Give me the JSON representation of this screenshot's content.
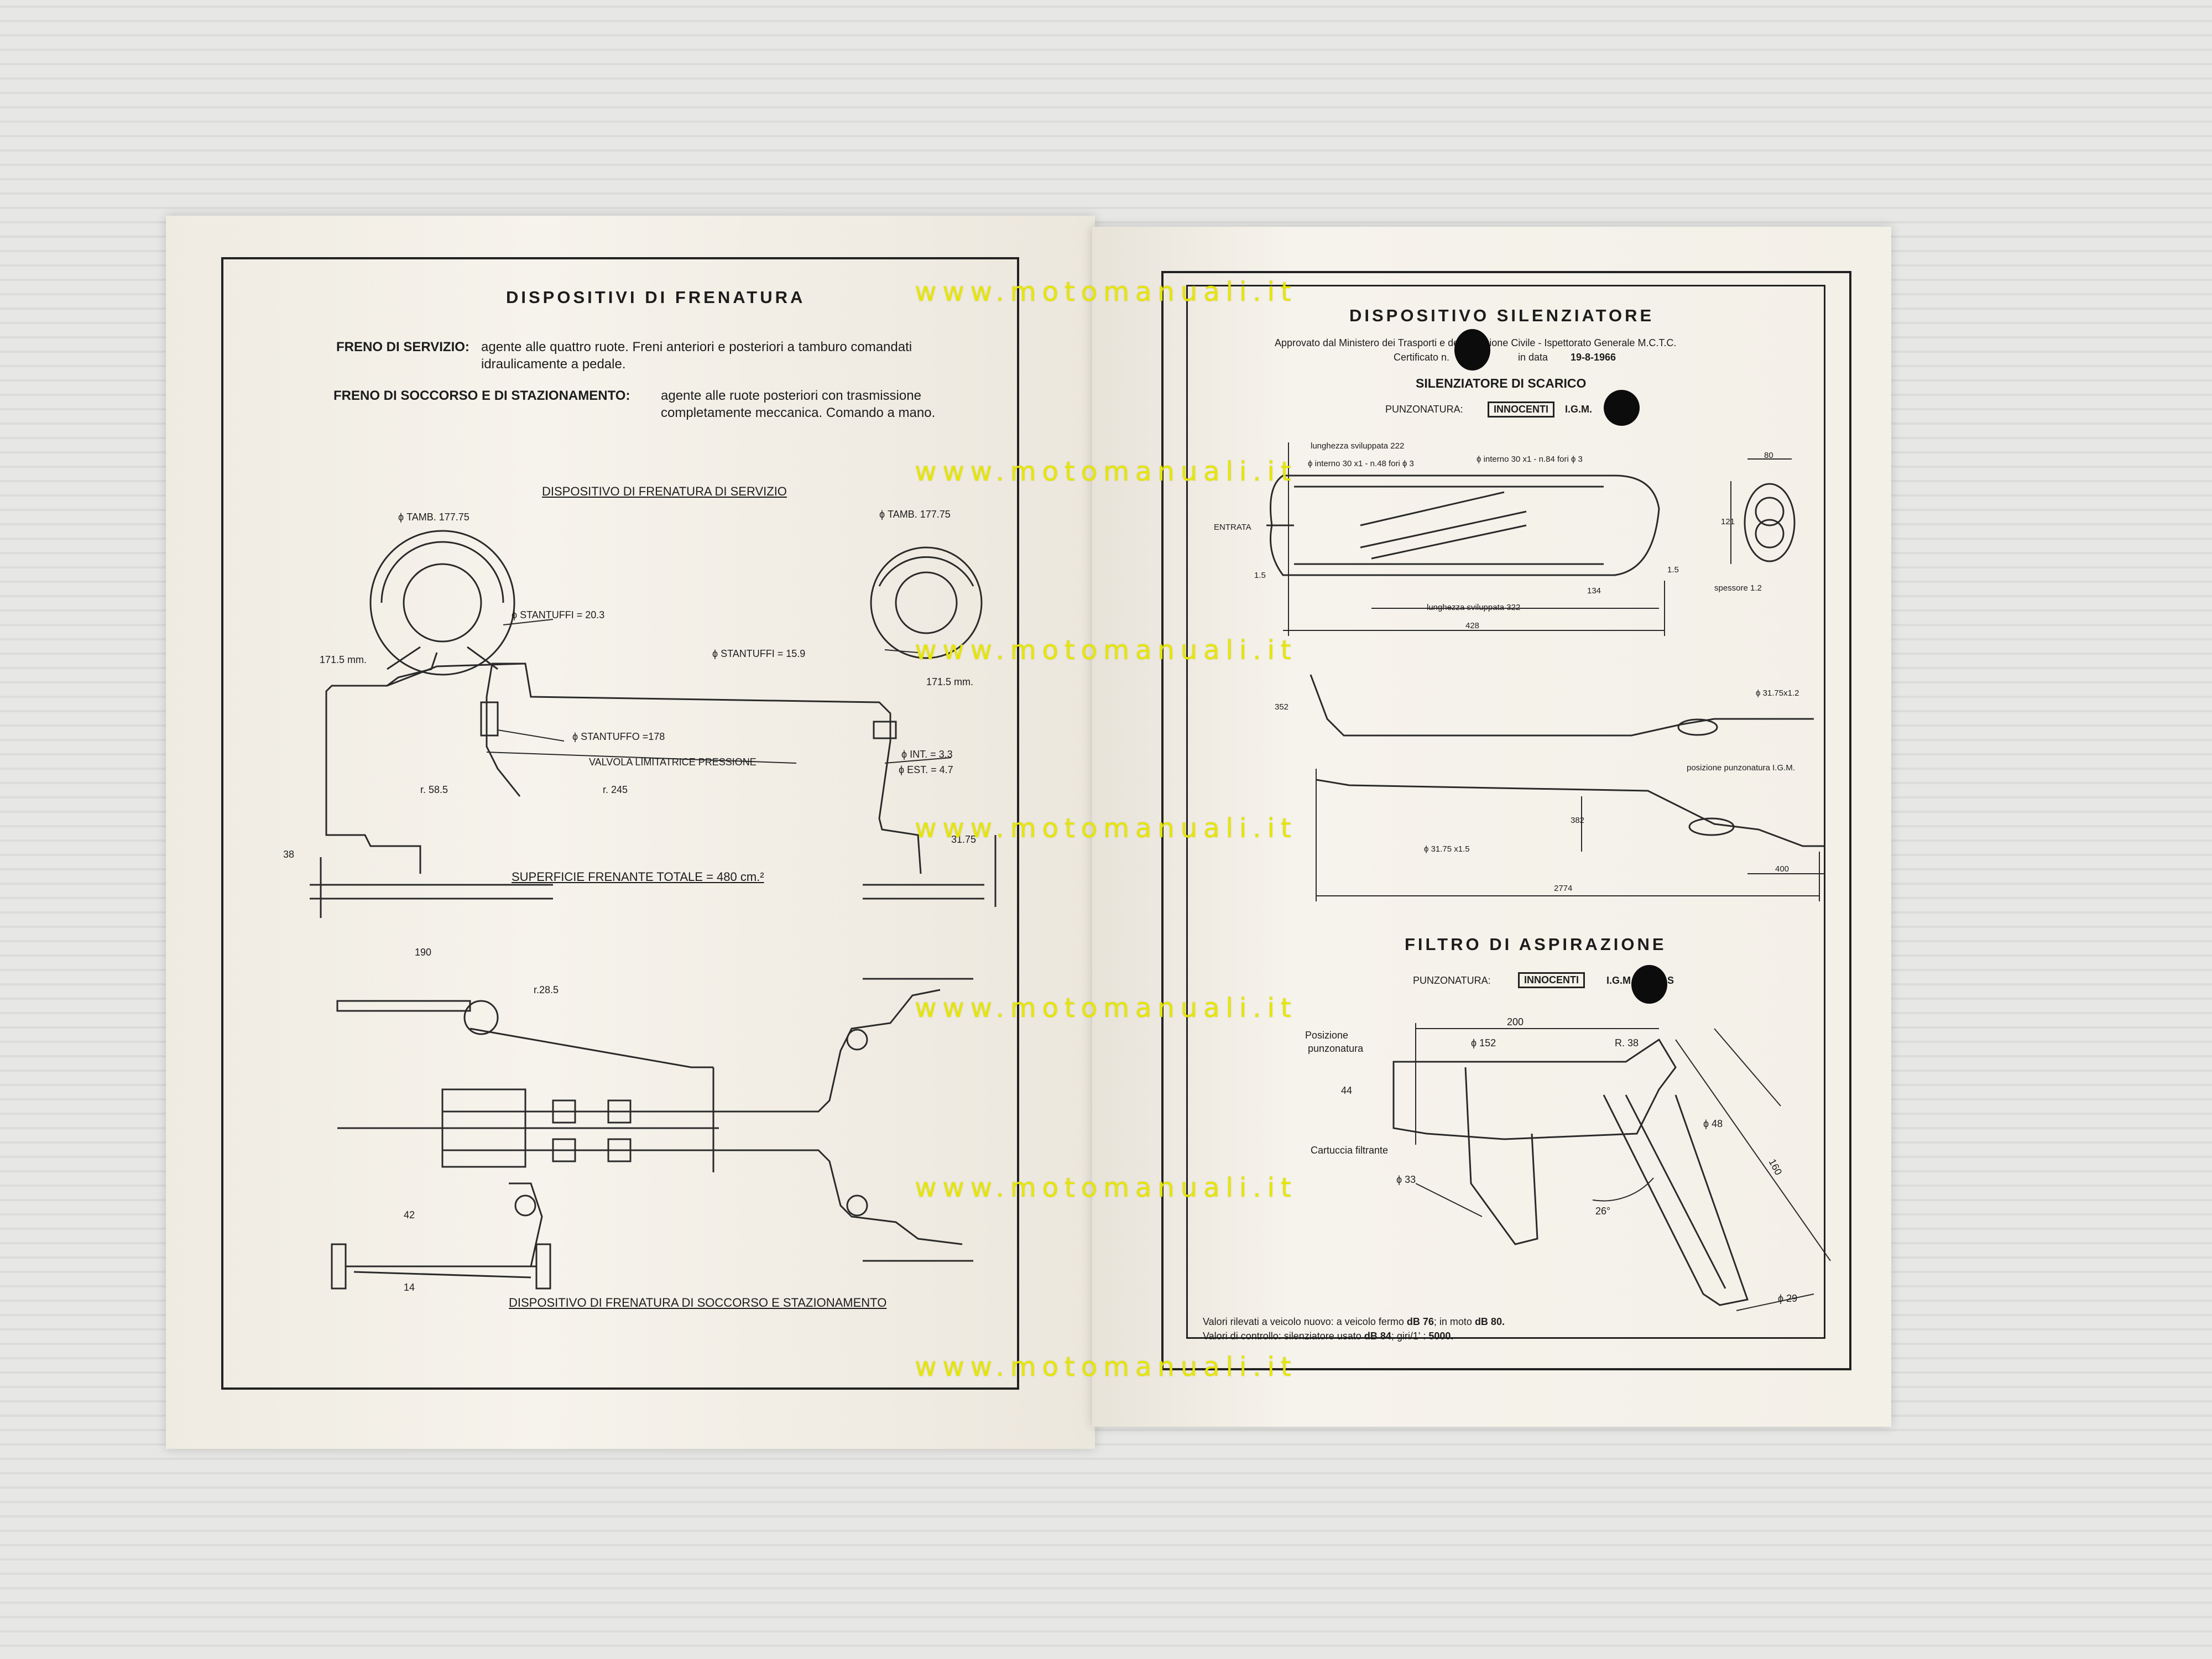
{
  "watermark": "www.motomanuali.it",
  "left_page": {
    "title": "DISPOSITIVI DI FRENATURA",
    "service_brake_label": "FRENO DI SERVIZIO:",
    "service_brake_text_1": "agente alle quattro ruote. Freni anteriori e posteriori a tamburo comandati",
    "service_brake_text_2": "idraulicamente a pedale.",
    "emergency_brake_label": "FRENO DI SOCCORSO E DI STAZIONAMENTO:",
    "emergency_brake_text_1": "agente alle ruote posteriori con trasmissione",
    "emergency_brake_text_2": "completamente meccanica. Comando a mano.",
    "service_device_caption": "DISPOSITIVO DI FRENATURA DI SERVIZIO",
    "emergency_device_caption": "DISPOSITIVO DI FRENATURA DI SOCCORSO E STAZIONAMENTO",
    "dims": {
      "tamb_left": "ϕ TAMB. 177.75",
      "tamb_right": "ϕ TAMB. 177.75",
      "stantuffi_left": "ϕ STANTUFFI = 20.3",
      "stantuffi_right": "ϕ STANTUFFI = 15.9",
      "r171_left": "171.5 mm.",
      "r171_right": "171.5 mm.",
      "stantuffo": "ϕ STANTUFFO =178",
      "valvola": "VALVOLA LIMITATRICE PRESSIONE",
      "int": "ϕ INT. = 3.3",
      "est": "ϕ EST. = 4.7",
      "r58": "r. 58.5",
      "r245": "r. 245",
      "d38": "38",
      "d31": "31.75",
      "superficie": "SUPERFICIE FRENANTE TOTALE = 480 cm.²",
      "d190": "190",
      "r28": "r.28.5",
      "d42": "42",
      "d14": "14"
    }
  },
  "right_page": {
    "title": "DISPOSITIVO SILENZIATORE",
    "approval_1": "Approvato dal Ministero dei Trasporti e dell'Aviazione Civile - Ispettorato Generale M.C.T.C.",
    "approval_2_a": "Certificato n.",
    "approval_2_b": "in data",
    "approval_date": "19-8-1966",
    "silencer_subtitle": "SILENZIATORE DI SCARICO",
    "punzonatura_label": "PUNZONATURA:",
    "stamp": "INNOCENTI",
    "igm": "I.G.M.",
    "filter_title": "FILTRO DI ASPIRAZIONE",
    "filter_igm": "I.G.M.",
    "filter_igm_suffix": "S",
    "silencer_dims": {
      "lung1": "lunghezza sviluppata 222",
      "interno1": "ϕ interno 30 x1 - n.48 fori ϕ 3",
      "interno2": "ϕ interno 30 x1 - n.84 fori ϕ 3",
      "entrata": "ENTRATA",
      "d15a": "1.5",
      "d15b": "1.5",
      "d134": "134",
      "lung2": "lunghezza sviluppata 322",
      "d428": "428",
      "d80": "80",
      "d121": "121",
      "spessore": "spessore 1.2",
      "d352": "352",
      "pipe1": "ϕ 31.75x1.2",
      "posizione": "posizione punzonatura I.G.M.",
      "d382": "382",
      "pipe2": "ϕ 31.75 x1.5",
      "d400": "400",
      "d2774": "2774"
    },
    "filter_dims": {
      "d200": "200",
      "posizione": "Posizione",
      "punzonatura": "punzonatura",
      "d152": "ϕ 152",
      "r38": "R. 38",
      "d44": "44",
      "d48": "ϕ 48",
      "d160": "160",
      "cartuccia": "Cartuccia filtrante",
      "d33": "ϕ 33",
      "a26": "26°",
      "d29": "ϕ 29"
    },
    "noise_1_a": "Valori rilevati a veicolo nuovo: a veicolo fermo",
    "noise_1_b": "dB 76",
    "noise_1_c": "; in moto",
    "noise_1_d": "dB 80.",
    "noise_2_a": "Valori di controllo: silenziatore usato",
    "noise_2_b": "dB 84",
    "noise_2_c": "; giri/1' :",
    "noise_2_d": "5000."
  }
}
